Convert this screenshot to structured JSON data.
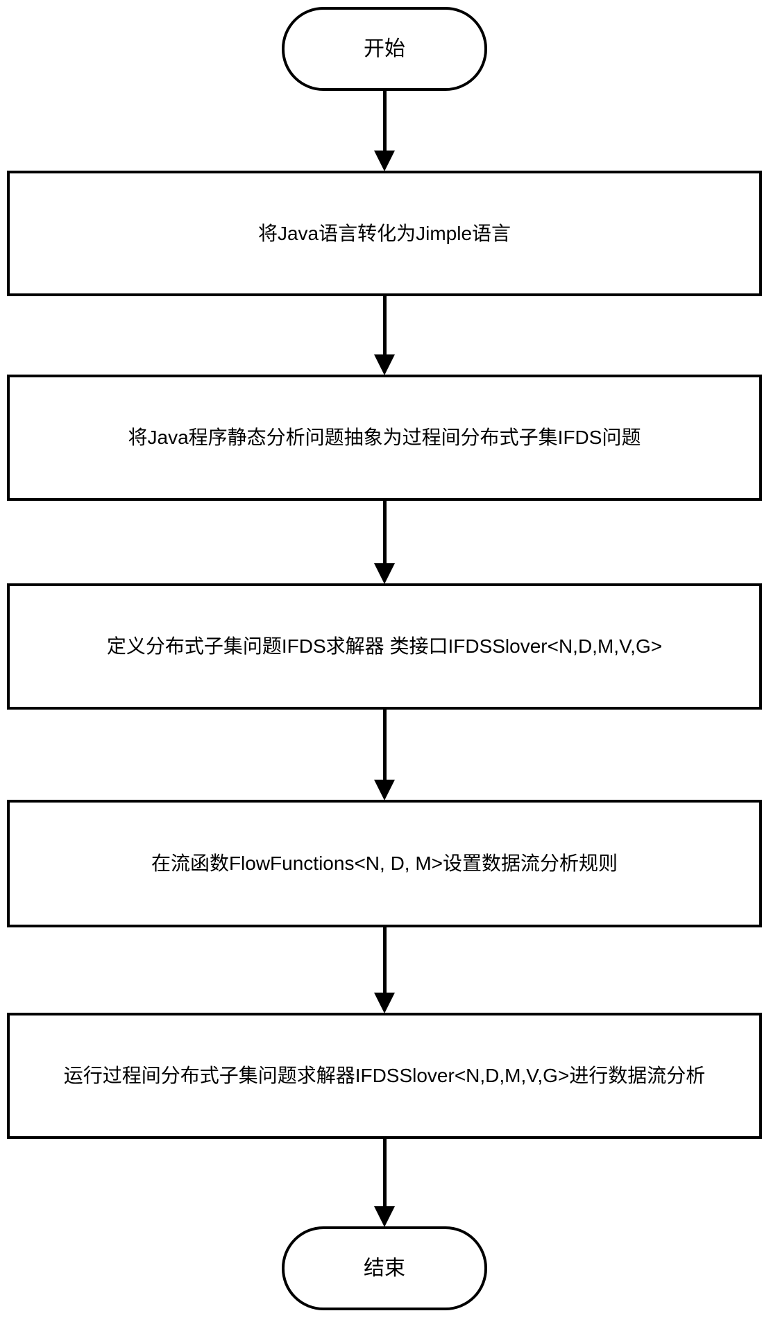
{
  "flowchart": {
    "start": {
      "label": "开始",
      "shape": "terminal"
    },
    "steps": [
      {
        "label": "将Java语言转化为Jimple语言"
      },
      {
        "label": "将Java程序静态分析问题抽象为过程间分布式子集IFDS问题"
      },
      {
        "label": "定义分布式子集问题IFDS求解器 类接口IFDSSlover<N,D,M,V,G>"
      },
      {
        "label": "在流函数FlowFunctions<N, D, M>设置数据流分析规则"
      },
      {
        "label": "运行过程间分布式子集问题求解器IFDSSlover<N,D,M,V,G>进行数据流分析"
      }
    ],
    "end": {
      "label": "结束",
      "shape": "terminal"
    },
    "edges": [
      {
        "from": "start",
        "to": "step-1"
      },
      {
        "from": "step-1",
        "to": "step-2"
      },
      {
        "from": "step-2",
        "to": "step-3"
      },
      {
        "from": "step-3",
        "to": "step-4"
      },
      {
        "from": "step-4",
        "to": "step-5"
      },
      {
        "from": "step-5",
        "to": "end"
      }
    ],
    "colors": {
      "stroke": "#000000",
      "fill": "#ffffff",
      "text": "#000000"
    }
  }
}
